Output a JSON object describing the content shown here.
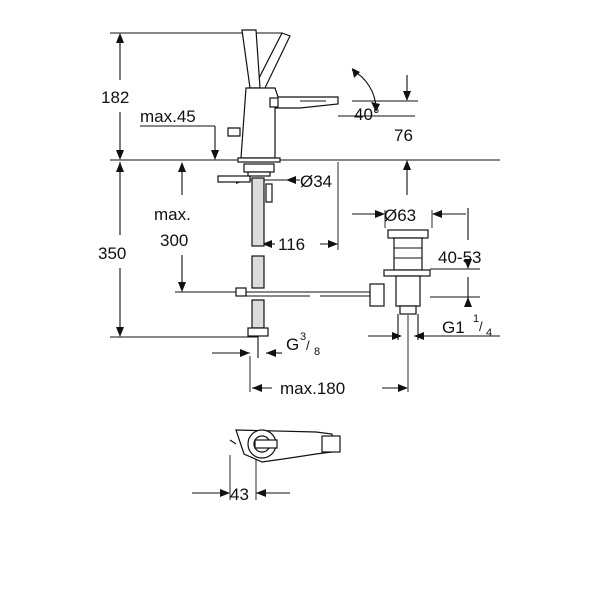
{
  "dimensions": {
    "height_182": "182",
    "max45": "max.45",
    "angle_40": "40°",
    "dim_76": "76",
    "dia34": "Ø34",
    "max_label": "max.",
    "max_300": "300",
    "height_350": "350",
    "dim_116": "116",
    "dia63": "Ø63",
    "range_40_53": "40-53",
    "g1_base": "G1",
    "g1_num": "1",
    "g1_den": "4",
    "g38_base": "G",
    "g38_num": "3",
    "g38_den": "8",
    "max180": "max.180",
    "dim_43": "43"
  },
  "colors": {
    "line": "#111111",
    "background": "#ffffff"
  }
}
